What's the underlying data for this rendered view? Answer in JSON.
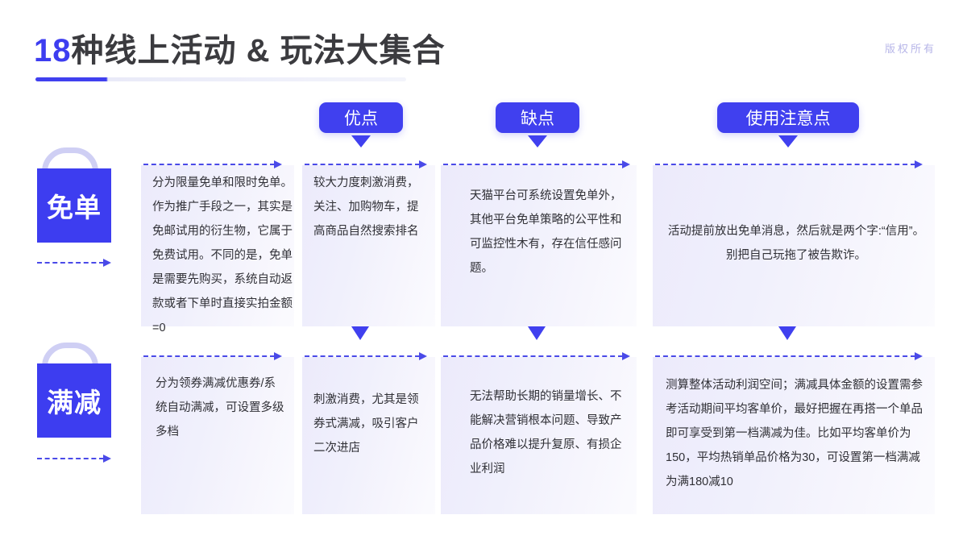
{
  "header": {
    "title_number": "18",
    "title_rest": "种线上活动 & 玩法大集合",
    "copyright": "版权所有"
  },
  "columns": [
    {
      "key": "intro",
      "label": ""
    },
    {
      "key": "pros",
      "label": "优点"
    },
    {
      "key": "cons",
      "label": "缺点"
    },
    {
      "key": "notes",
      "label": "使用注意点"
    }
  ],
  "rows": [
    {
      "tag": "免单",
      "cells": {
        "intro": "分为限量免单和限时免单。作为推广手段之一，其实是免邮试用的衍生物，它属于免费试用。不同的是，免单是需要先购买，系统自动返款或者下单时直接实拍金额=0",
        "pros": "较大力度刺激消费，关注、加购物车，提高商品自然搜索排名",
        "cons": "天猫平台可系统设置免单外，其他平台免单策略的公平性和可监控性木有，存在信任感问题。",
        "notes": "活动提前放出免单消息，然后就是两个字:“信用”。别把自己玩拖了被告欺诈。"
      }
    },
    {
      "tag": "满减",
      "cells": {
        "intro": "分为领券满减优惠券/系统自动满减，可设置多级多档",
        "pros": "刺激消费，尤其是领券式满减，吸引客户二次进店",
        "cons": "无法帮助长期的销量增长、不能解决营销根本问题、导致产品价格难以提升复原、有损企业利润",
        "notes": "测算整体活动利润空间；满减具体金额的设置需参考活动期间平均客单价，最好把握在再搭一个单品即可享受到第一档满减为佳。比如平均客单价为150，平均热销单品价格为30，可设置第一档满减为满180减10"
      }
    }
  ],
  "colors": {
    "accent": "#4040ef",
    "tag_bg": "#3d3df0",
    "title_text": "#3b3b3f",
    "panel_bg": "#eceafb",
    "copyright_text": "#b7b6e8",
    "hook_stroke": "#cfcff4"
  }
}
